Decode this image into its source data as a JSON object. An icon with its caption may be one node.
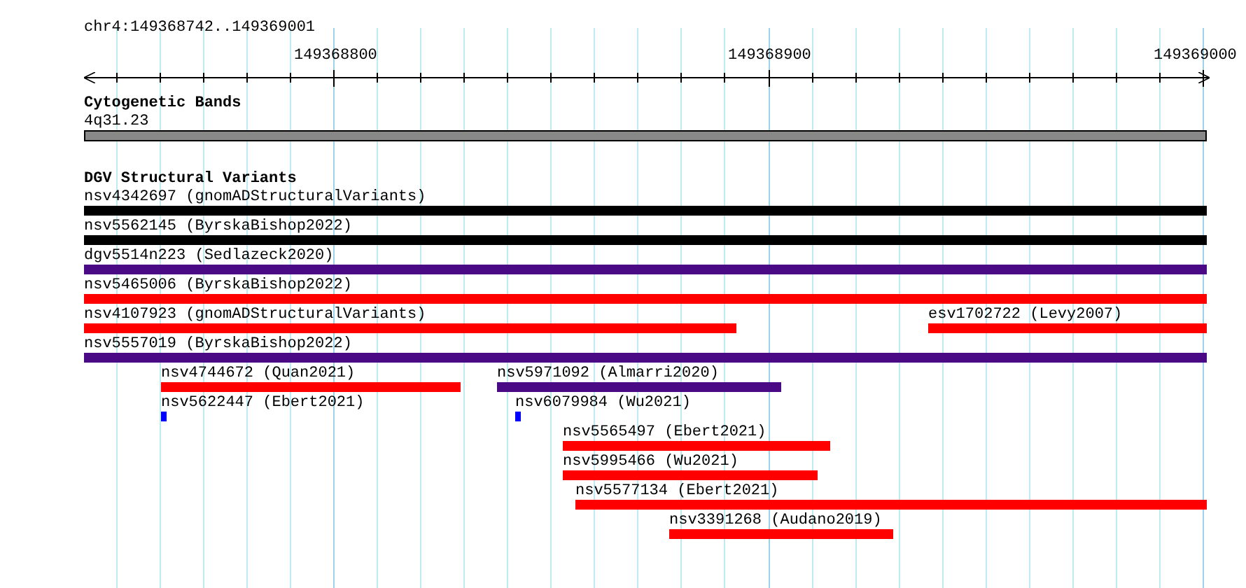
{
  "diagram": {
    "nodes": [
      {
        "text": [
          "4q31.23"
        ]
      },
      {
        "text": [
          "nsv4342697 (gnomADStructuralVariants)"
        ]
      },
      {
        "text": [
          "nsv5562145 (ByrskaBishop2022)"
        ]
      },
      {
        "text": [
          "dgv5514n223 (Sedlazeck2020)"
        ]
      },
      {
        "text": [
          "nsv5465006 (ByrskaBishop2022)"
        ]
      },
      {
        "text": [
          "nsv4107923 (gnomADStructuralVariants)"
        ]
      },
      {
        "text": [
          "esv1702722 (Levy2007)"
        ]
      },
      {
        "text": [
          "nsv5557019 (ByrskaBishop2022)"
        ]
      },
      {
        "text": [
          "nsv4744672 (Quan2021)"
        ]
      },
      {
        "text": [
          "nsv5971092 (Almarri2020)"
        ]
      },
      {
        "text": [
          "nsv5622447 (Ebert2021)"
        ]
      },
      {
        "text": [
          "nsv6079984 (Wu2021)"
        ]
      },
      {
        "text": [
          "nsv5565497 (Ebert2021)"
        ]
      },
      {
        "text": [
          "nsv5995466 (Wu2021)"
        ]
      },
      {
        "text": [
          "nsv5577134 (Ebert2021)"
        ]
      },
      {
        "text": [
          "nsv3391268 (Audano2019)"
        ]
      }
    ],
    "labels": [
      "chr4:149368742..149369001",
      "149368800",
      "149368900",
      "149369000",
      "Cytogenetic Bands",
      "DGV Structural Variants"
    ]
  }
}
